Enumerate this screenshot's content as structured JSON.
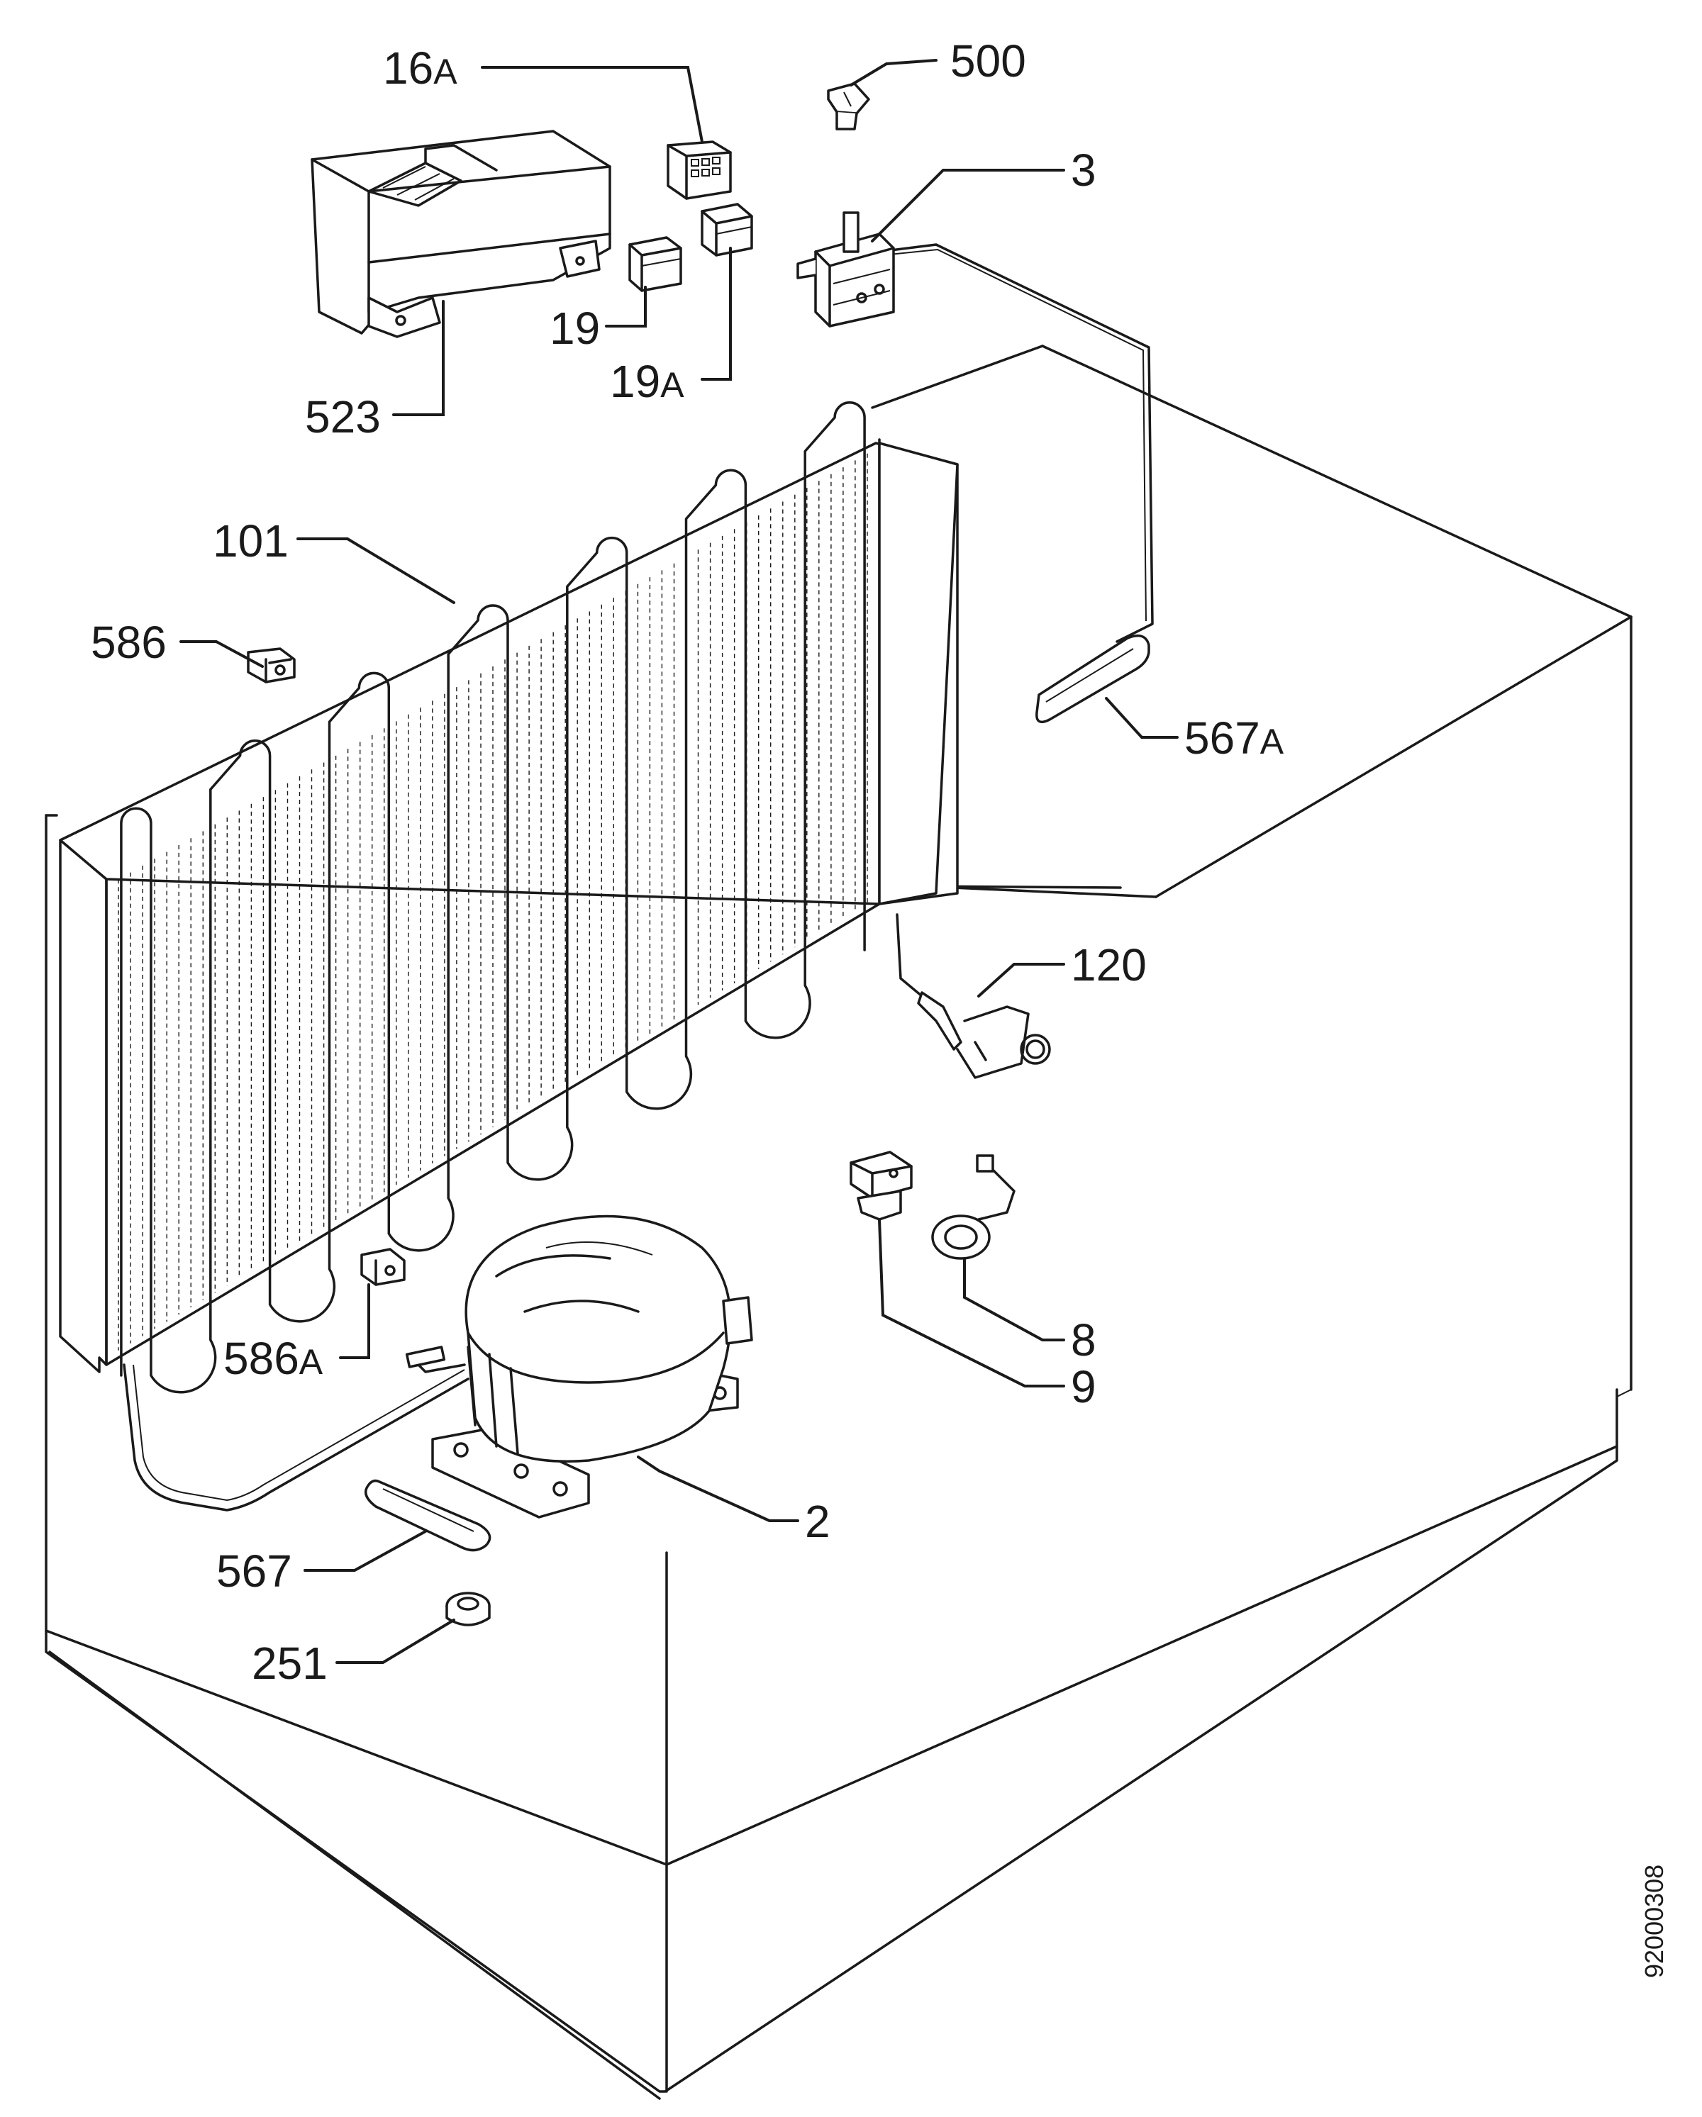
{
  "drawing_code": "92000308",
  "callouts": [
    {
      "id": "16a",
      "number": "16",
      "suffix": "A"
    },
    {
      "id": "500",
      "number": "500",
      "suffix": ""
    },
    {
      "id": "3",
      "number": "3",
      "suffix": ""
    },
    {
      "id": "19",
      "number": "19",
      "suffix": ""
    },
    {
      "id": "19a",
      "number": "19",
      "suffix": "A"
    },
    {
      "id": "523",
      "number": "523",
      "suffix": ""
    },
    {
      "id": "101",
      "number": "101",
      "suffix": ""
    },
    {
      "id": "586",
      "number": "586",
      "suffix": ""
    },
    {
      "id": "567a",
      "number": "567",
      "suffix": "A"
    },
    {
      "id": "120",
      "number": "120",
      "suffix": ""
    },
    {
      "id": "8",
      "number": "8",
      "suffix": ""
    },
    {
      "id": "9",
      "number": "9",
      "suffix": ""
    },
    {
      "id": "586a",
      "number": "586",
      "suffix": "A"
    },
    {
      "id": "2",
      "number": "2",
      "suffix": ""
    },
    {
      "id": "567",
      "number": "567",
      "suffix": ""
    },
    {
      "id": "251",
      "number": "251",
      "suffix": ""
    }
  ]
}
